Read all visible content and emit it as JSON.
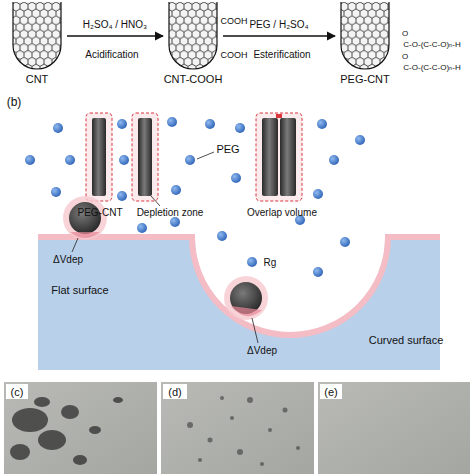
{
  "diagram": {
    "nodes": [
      {
        "text": [
          "CNT"
        ]
      },
      {
        "text": [
          "CNT-COOH"
        ]
      },
      {
        "text": [
          "PEG-CNT"
        ]
      }
    ],
    "edges": [
      {
        "from": 0,
        "to": 1,
        "arrow": "to",
        "label": "H₂SO₄ / HNO₃"
      },
      {
        "from": 1,
        "to": 2,
        "arrow": "to",
        "label": "PEG / H₂SO₄"
      }
    ],
    "labels": [
      "Acidification",
      "COOH",
      "COOH",
      "Esterification",
      "O",
      "C-O-(C-C-O)ₙ-H",
      "O",
      "C-O-(C-C-O)ₙ-H",
      "(b)",
      "PEG",
      "PEG-CNT",
      "Depletion zone",
      "Overlap volume",
      "ΔVdep",
      "Flat surface",
      "Rg",
      "ΔVdep",
      "Curved surface",
      "(c)",
      "(d)",
      "(e)"
    ]
  }
}
